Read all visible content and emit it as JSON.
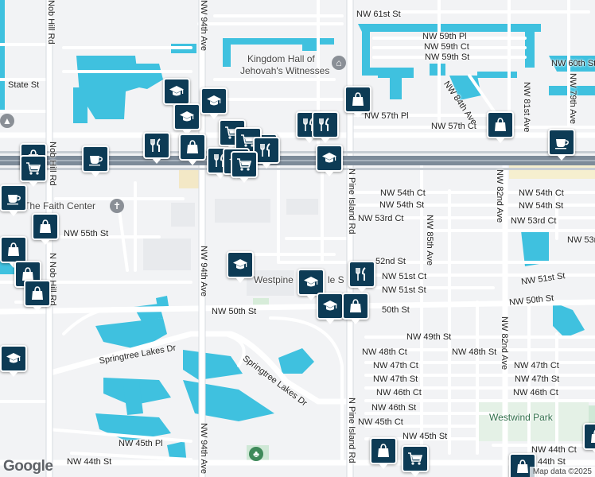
{
  "streets": {
    "nw_61st_st": "NW 61st St",
    "nw_59th_pl": "NW 59th Pl",
    "nw_59th_ct": "NW 59th Ct",
    "nw_59th_st": "NW 59th St",
    "nw_60th_st": "NW 60th St",
    "state_st": "State St",
    "nw_57th_pl": "NW 57th Pl",
    "nw_57th_ct": "NW 57th Ct",
    "nw_54th_ct_a": "NW 54th Ct",
    "nw_54th_st_a": "NW 54th St",
    "nw_53rd_ct_a": "NW 53rd Ct",
    "nw_54th_ct_b": "NW 54th Ct",
    "nw_54th_st_b": "NW 54th St",
    "nw_53rd_ct_b": "NW 53rd Ct",
    "nw_53_partial": "NW 53r",
    "nw_55th_st": "NW 55th St",
    "nw_52nd_st": "52nd St",
    "nw_51st_ct": "NW 51st Ct",
    "nw_51st_st_a": "NW 51st St",
    "nw_51st_st_b": "NW 51st St",
    "nw_50th_st_a": "NW 50th St",
    "nw_50th_st_b": "50th St",
    "nw_50th_st_c": "NW 50th St",
    "nw_49th_st": "NW 49th St",
    "nw_48th_ct": "NW 48th Ct",
    "nw_48th_st": "NW 48th St",
    "nw_47th_ct_a": "NW 47th Ct",
    "nw_47th_st_a": "NW 47th St",
    "nw_47th_ct_b": "NW 47th Ct",
    "nw_47th_st_b": "NW 47th St",
    "nw_46th_ct_a": "NW 46th Ct",
    "nw_46th_st": "NW 46th St",
    "nw_46th_ct_b": "NW 46th Ct",
    "nw_45th_ct": "NW 45th Ct",
    "nw_45th_st": "NW 45th St",
    "nw_45th_pl": "NW 45th Pl",
    "nw_44th_st": "NW 44th St",
    "nw_44th_ct": "NW 44th Ct",
    "nw_44th_st_partial": "44th St",
    "springtree_lakes_dr_a": "Springtree Lakes Dr",
    "springtree_lakes_dr_b": "Springtree Lakes Dr",
    "nob_hill_rd_top": "Nob Hill Rd",
    "nob_hill_rd_mid": "Nob Hill Rd",
    "nob_hill_rd_bottom": "N Nob Hill Rd",
    "nw_94th_ave_top": "NW 94th Ave",
    "nw_94th_ave_mid": "NW 94th Ave",
    "nw_94th_ave_bottom": "NW 94th Ave",
    "n_pine_island_rd_a": "N Pine Island Rd",
    "n_pine_island_rd_b": "N Pine Island Rd",
    "nw_85th_ave": "NW 85th Ave",
    "nw_84th_ave": "NW 84th Ave",
    "nw_82nd_ave_a": "NW 82nd Ave",
    "nw_82nd_ave_b": "NW 82nd Ave",
    "nw_81st_ave": "NW 81st Ave",
    "nw_79th_ave": "NW 79th Ave"
  },
  "places": {
    "kingdom_hall_line1": "Kingdom Hall of",
    "kingdom_hall_line2": "Jehovah's Witnesses",
    "faith_center": "The Faith Center",
    "westpine": "Westpine",
    "westpine_partial": "le S",
    "westwind_park": "Westwind Park"
  },
  "markers": [
    {
      "icon": "school-icon"
    },
    {
      "icon": "school-icon"
    },
    {
      "icon": "school-icon"
    },
    {
      "icon": "shopping-bag-icon"
    },
    {
      "icon": "restaurant-icon"
    },
    {
      "icon": "restaurant-icon"
    },
    {
      "icon": "shopping-bag-icon"
    },
    {
      "icon": "cafe-icon"
    },
    {
      "icon": "restaurant-icon"
    },
    {
      "icon": "shopping-bag-icon"
    },
    {
      "icon": "restaurant-icon"
    },
    {
      "icon": "grocery-cart-icon"
    },
    {
      "icon": "grocery-cart-icon"
    },
    {
      "icon": "restaurant-icon"
    },
    {
      "icon": "restaurant-icon"
    },
    {
      "icon": "school-icon"
    },
    {
      "icon": "cafe-icon"
    },
    {
      "icon": "shopping-bag-icon"
    },
    {
      "icon": "grocery-cart-icon"
    },
    {
      "icon": "cafe-icon"
    },
    {
      "icon": "shopping-bag-icon"
    },
    {
      "icon": "school-icon"
    },
    {
      "icon": "shopping-bag-icon"
    },
    {
      "icon": "shopping-bag-icon"
    },
    {
      "icon": "school-icon"
    },
    {
      "icon": "school-icon"
    },
    {
      "icon": "restaurant-icon"
    },
    {
      "icon": "shopping-bag-icon"
    },
    {
      "icon": "school-icon"
    },
    {
      "icon": "shopping-bag-icon"
    },
    {
      "icon": "shopping-bag-icon"
    },
    {
      "icon": "grocery-cart-icon"
    },
    {
      "icon": "shopping-bag-icon"
    },
    {
      "icon": "shopping-bag-icon"
    },
    {
      "icon": "school-icon"
    },
    {
      "icon": "grocery-cart-icon"
    }
  ],
  "branding": {
    "logo": "Google",
    "attribution": "Map data ©2025"
  },
  "colors": {
    "marker": "#0d3b55",
    "water": "#3fc1df",
    "highway": "#7d8b99",
    "park": "#cfe8d6",
    "land": "#f2f3f5"
  }
}
